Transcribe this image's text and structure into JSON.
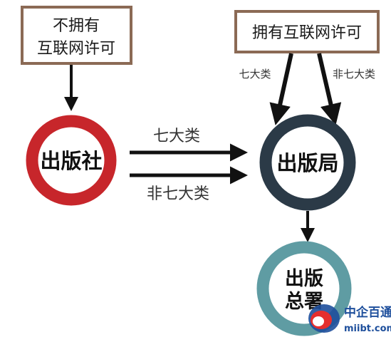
{
  "colors": {
    "box_border": "#8b6a55",
    "arrow": "#111111",
    "node_red": "#c7262b",
    "node_navy": "#2b3a47",
    "node_teal": "#5f9ca3",
    "node_fill": "#ffffff",
    "watermark_blue": "#1e4f9c",
    "watermark_red": "#e52e2e"
  },
  "boxes": {
    "left": {
      "line1": "不拥有",
      "line2": "互联网许可"
    },
    "right": {
      "line1": "拥有互联网许可"
    }
  },
  "nodes": {
    "publisher": {
      "label": "出版社"
    },
    "bureau": {
      "label": "出版局"
    },
    "head": {
      "line1": "出版",
      "line2": "总署"
    }
  },
  "edges": {
    "right_box_left": "七大类",
    "right_box_right": "非七大类",
    "top_horizontal": "七大类",
    "bottom_horizontal": "非七大类"
  },
  "watermark": {
    "brand": "中企百通",
    "url": "miibt.com"
  }
}
